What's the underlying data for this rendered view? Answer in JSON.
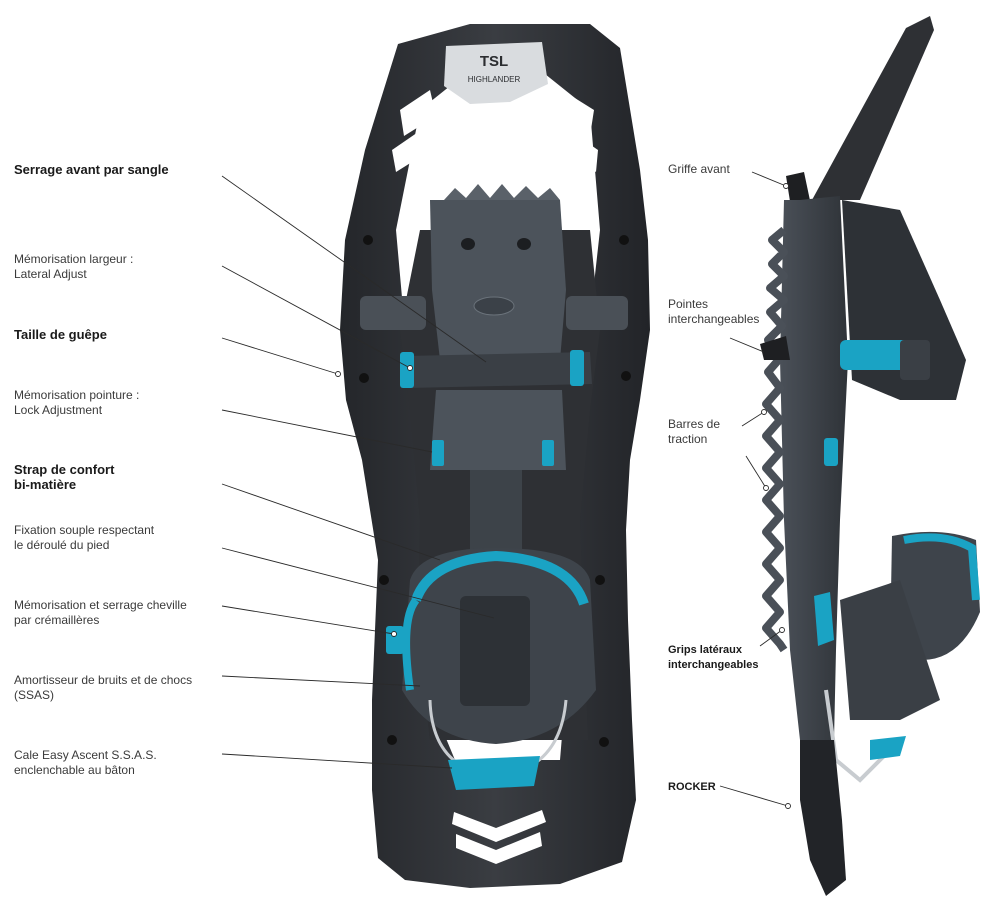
{
  "badge": {
    "brand": "TSL",
    "model": "HIGHLANDER"
  },
  "labels_left": [
    {
      "id": "serrage-avant",
      "text": "Serrage avant par sangle",
      "bold": true
    },
    {
      "id": "memorisation-largeur",
      "text": "Mémorisation largeur :\nLateral Adjust",
      "bold": false
    },
    {
      "id": "taille-guepe",
      "text": "Taille de guêpe",
      "bold": true
    },
    {
      "id": "memorisation-pointure",
      "text": "Mémorisation pointure :\nLock Adjustment",
      "bold": false
    },
    {
      "id": "strap-confort",
      "text": "Strap de confort\nbi-matière",
      "bold": true
    },
    {
      "id": "fixation-souple",
      "text": "Fixation souple respectant\nle déroulé du pied",
      "bold": false
    },
    {
      "id": "memorisation-cheville",
      "text": "Mémorisation et serrage cheville\npar crémaillères",
      "bold": false
    },
    {
      "id": "amortisseur",
      "text": "Amortisseur de bruits et de chocs\n(SSAS)",
      "bold": false
    },
    {
      "id": "cale-easy",
      "text": "Cale Easy Ascent S.S.A.S.\nenclenchable au bâton",
      "bold": false
    }
  ],
  "labels_right": [
    {
      "id": "griffe-avant",
      "text": "Griffe avant",
      "bold": false
    },
    {
      "id": "pointes",
      "text": "Pointes\ninterchangeables",
      "bold": false
    },
    {
      "id": "barres-traction",
      "text": "Barres de\ntraction",
      "bold": false
    },
    {
      "id": "grips-lateraux",
      "text": "Grips latéraux\ninterchangeables",
      "bold": true
    },
    {
      "id": "rocker",
      "text": "ROCKER",
      "bold": true
    }
  ],
  "colors": {
    "frame": "#2b2d30",
    "frame_light": "#3d4044",
    "binding": "#4a5058",
    "accent": "#1aa3c4",
    "line": "#2a2a2a",
    "text": "#3a3a3a"
  }
}
